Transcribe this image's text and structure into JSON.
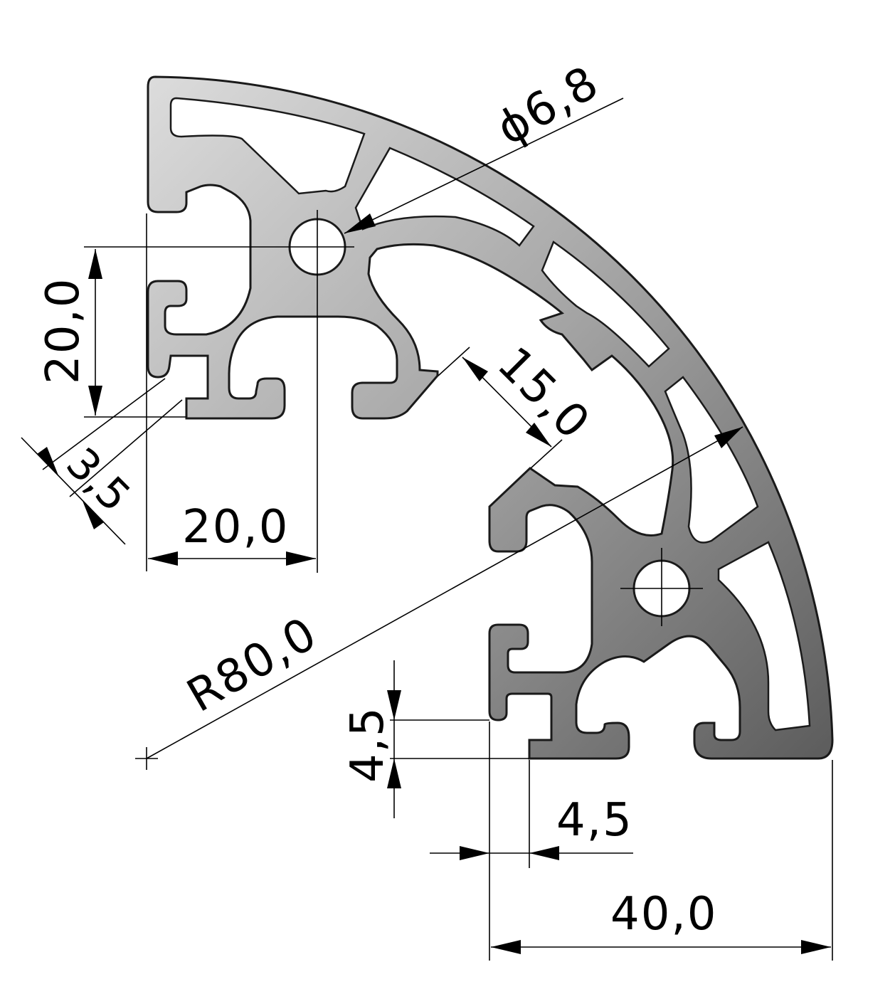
{
  "drawing": {
    "colors": {
      "profile_fill_light": "#d2d2d2",
      "profile_fill_dark": "#6e6e6e",
      "profile_outline": "#1a1a1a",
      "dimension_lines": "#000000",
      "background": "#ffffff"
    },
    "dimensions": {
      "bore_diameter": "ϕ6,8",
      "tslot_pitch_vertical": "20,0",
      "tslot_pitch_horizontal": "20,0",
      "slot_offset": "3,5",
      "slot_depth": "15,0",
      "outer_radius": "R80,0",
      "slot_opening_vertical": "4,5",
      "slot_opening_horizontal": "4,5",
      "profile_width": "40,0"
    }
  }
}
